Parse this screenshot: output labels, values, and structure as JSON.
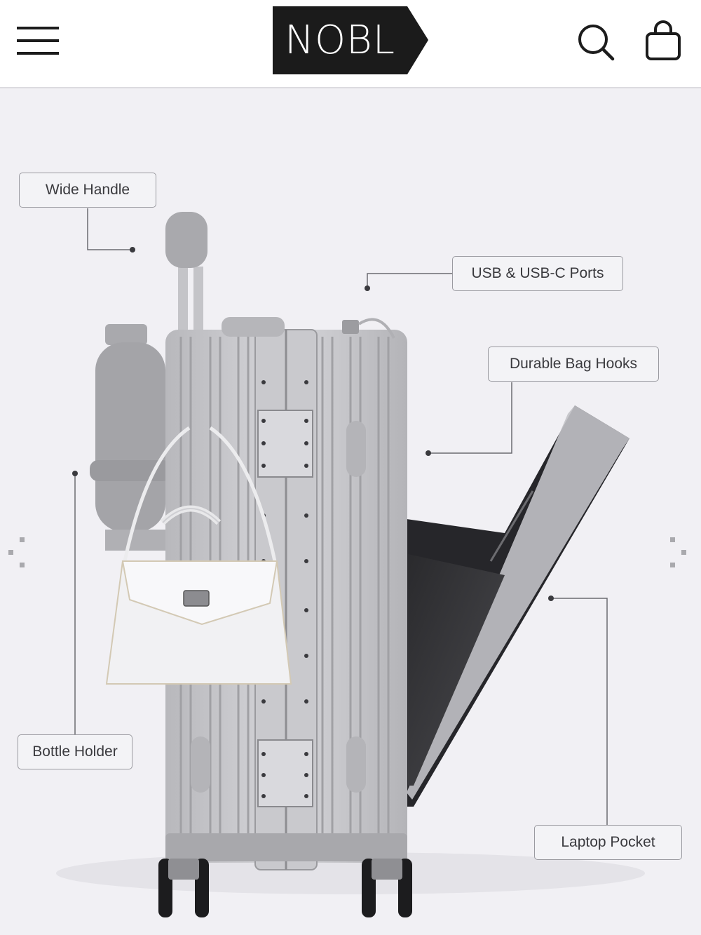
{
  "header": {
    "brand": "NOBL",
    "icons": {
      "menu": "hamburger-menu-icon",
      "search": "search-icon",
      "cart": "shopping-bag-icon"
    }
  },
  "features": {
    "wide_handle": "Wide Handle",
    "usb_ports": "USB & USB-C Ports",
    "bag_hooks": "Durable Bag Hooks",
    "bottle_holder": "Bottle Holder",
    "laptop_pocket": "Laptop Pocket"
  },
  "colors": {
    "brand_dark": "#1b1b1b",
    "background": "#f1f0f4",
    "luggage": "#c8c8cc"
  }
}
